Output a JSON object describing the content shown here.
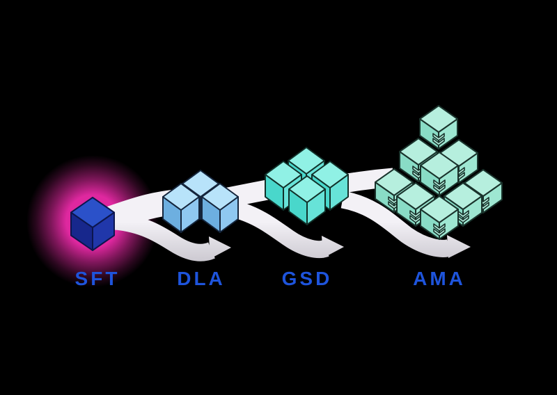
{
  "diagram": {
    "background": "#000000",
    "glow_color": "#f22bad",
    "ribbon": {
      "light": "#f3f1f6",
      "dark": "#c9c6ce"
    },
    "label_color": "#1e54dc"
  },
  "stages": [
    {
      "id": "sft",
      "label": "SFT",
      "cube_count": 1,
      "palette": "navy",
      "has_glow": true
    },
    {
      "id": "dla",
      "label": "DLA",
      "cube_count": 3,
      "palette": "sky",
      "has_glow": false
    },
    {
      "id": "gsd",
      "label": "GSD",
      "cube_count": 4,
      "palette": "turquoise",
      "has_glow": false
    },
    {
      "id": "ama",
      "label": "AMA",
      "cube_count": 9,
      "palette": "mint",
      "has_glow": false
    }
  ],
  "palettes": {
    "navy": {
      "top": "#2b51c9",
      "left": "#17278c",
      "right": "#2037aa",
      "outline": "#0c164e"
    },
    "sky": {
      "top": "#b8e3fa",
      "left": "#6dafe0",
      "right": "#8fc8f1",
      "outline": "#15253c"
    },
    "turquoise": {
      "top": "#90f1e5",
      "left": "#49d7cb",
      "right": "#67e3d8",
      "outline": "#113029"
    },
    "mint": {
      "top": "#b6efde",
      "left": "#89dcc6",
      "right": "#9ee7d2",
      "outline": "#1a332c"
    }
  }
}
